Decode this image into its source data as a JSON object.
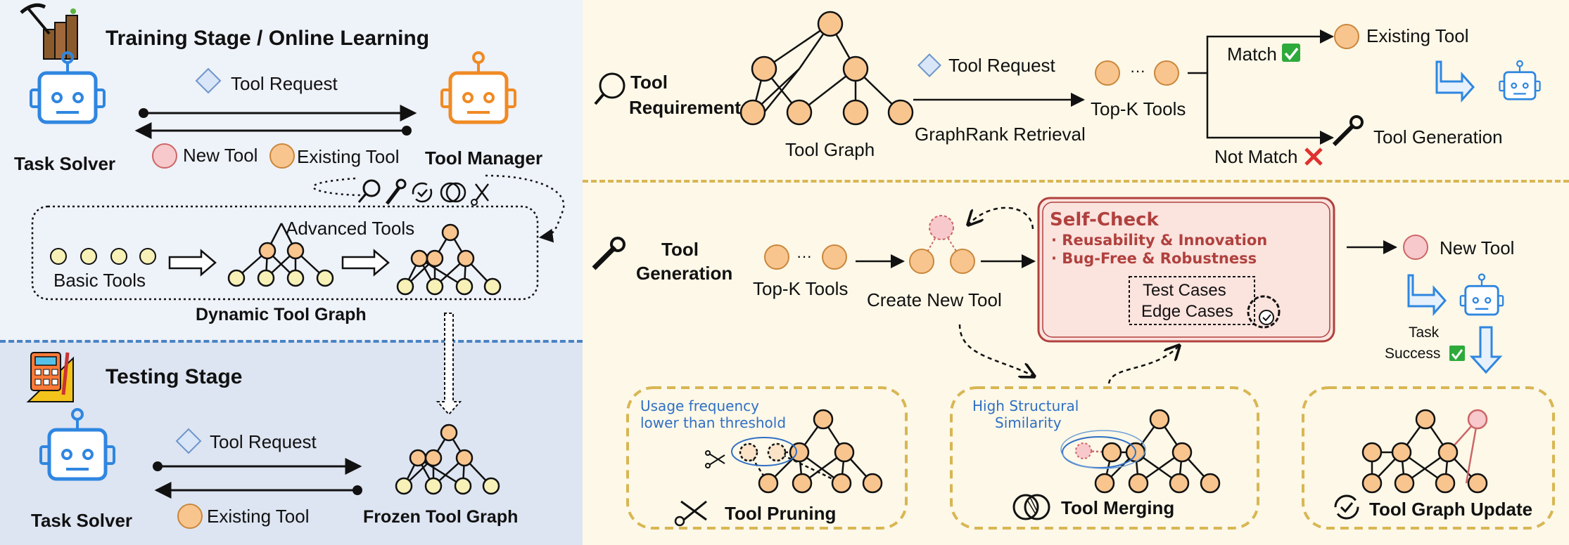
{
  "training": {
    "title": "Training Stage / Online Learning",
    "task_solver": "Task Solver",
    "tool_manager": "Tool Manager",
    "tool_request": "Tool Request",
    "new_tool": "New Tool",
    "existing_tool": "Existing Tool",
    "advanced_tools": "Advanced Tools",
    "basic_tools": "Basic Tools",
    "dynamic_graph": "Dynamic Tool Graph"
  },
  "testing": {
    "title": "Testing Stage",
    "task_solver": "Task Solver",
    "tool_request": "Tool Request",
    "existing_tool": "Existing Tool",
    "frozen_graph": "Frozen Tool Graph"
  },
  "requirement": {
    "label_line1": "Tool",
    "label_line2": "Requirement",
    "tool_graph": "Tool Graph",
    "tool_request": "Tool Request",
    "retrieval": "GraphRank Retrieval",
    "topk": "Top-K Tools",
    "match": "Match",
    "not_match": "Not Match",
    "existing_tool": "Existing Tool",
    "tool_generation": "Tool Generation"
  },
  "generation": {
    "label_line1": "Tool",
    "label_line2": "Generation",
    "topk": "Top-K Tools",
    "create": "Create New Tool",
    "selfcheck_title": "Self-Check",
    "selfcheck_item1": "· Reusability & Innovation",
    "selfcheck_item2": "· Bug-Free & Robustness",
    "test_cases": "Test Cases",
    "edge_cases": "Edge Cases",
    "new_tool": "New Tool",
    "task_line1": "Task",
    "task_line2": "Success"
  },
  "pruning": {
    "note_line1": "Usage frequency",
    "note_line2": "lower than threshold",
    "label": "Tool Pruning"
  },
  "merging": {
    "note_line1": "High Structural",
    "note_line2": "Similarity",
    "label": "Tool Merging"
  },
  "update": {
    "label": "Tool Graph Update"
  },
  "colors": {
    "existing_tool": "#f9c58e",
    "basic_tool": "#f7f1b8",
    "new_tool": "#f7c9cc",
    "robot_blue": "#2f86e0",
    "robot_orange": "#f08a24",
    "accent_gold": "#d8b653",
    "selfcheck_red": "#b0413e"
  }
}
